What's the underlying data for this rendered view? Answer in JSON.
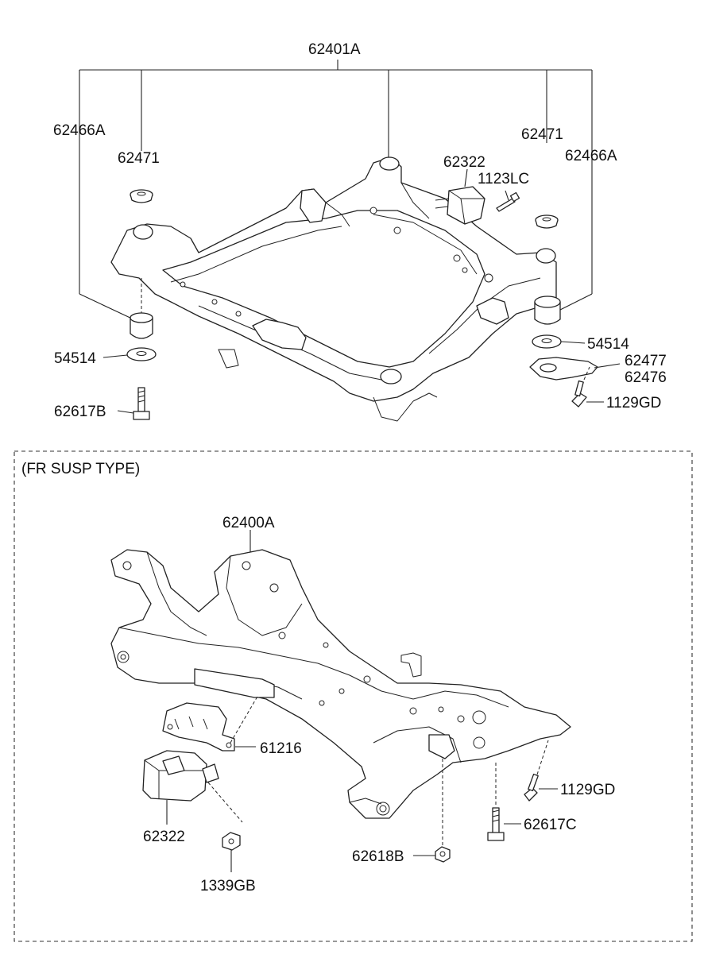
{
  "labels": {
    "top_assembly": "62401A",
    "mount_bracket_left": "62466A",
    "mount_bracket_right": "62466A",
    "stopper_left": "62471",
    "stopper_right": "62471",
    "roll_stopper_top": "62322",
    "bolt_top": "1123LC",
    "washer_left": "54514",
    "washer_right": "54514",
    "bolt_left": "62617B",
    "bracket_a": "62477",
    "bracket_b": "62476",
    "bolt_right_top": "1129GD",
    "section_title": "(FR SUSP TYPE)",
    "fr_assembly": "62400A",
    "bracket_fr": "61216",
    "roll_stopper_fr": "62322",
    "nut_fr": "1339GB",
    "bolt_fr": "1129GD",
    "bolt_fr_c": "62617C",
    "nut_fr_b": "62618B"
  }
}
